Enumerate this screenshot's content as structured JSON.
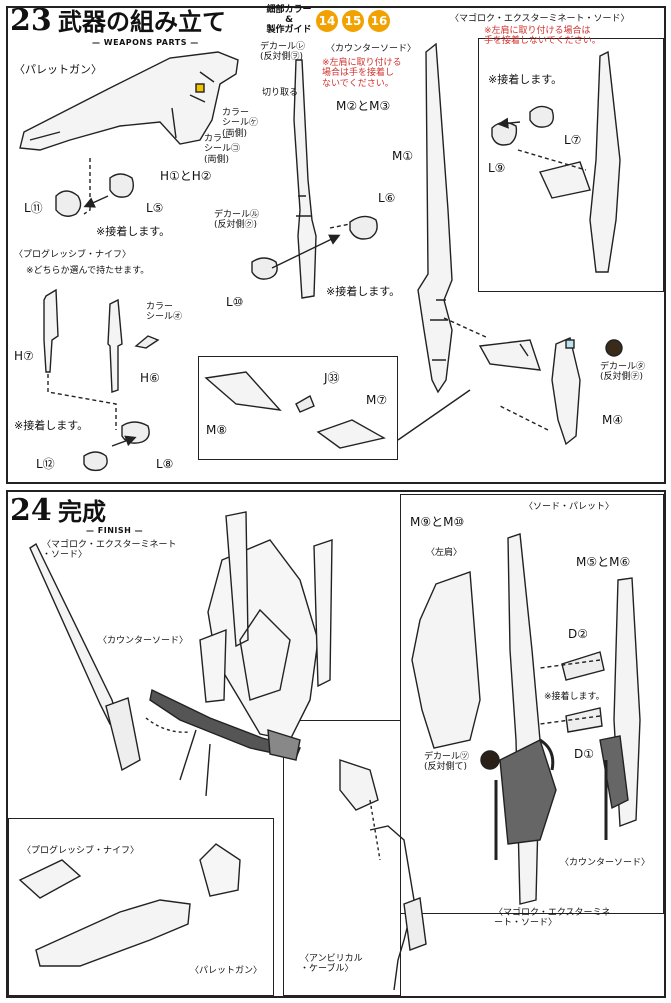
{
  "step23": {
    "number": "23",
    "title": "武器の組み立て",
    "subtitle": "— WEAPONS PARTS —",
    "guide_label": "細部カラー\n&\n製作ガイド",
    "badges": [
      "14",
      "15",
      "16"
    ],
    "pallet_gun": {
      "heading": "〈パレットガン〉",
      "color_seal_ke": "カラー\nシール㋘\n(両側)",
      "color_seal_ko": "カラー\nシール㋙\n(両側)",
      "h1h2": "H①とH②",
      "l11": "L⑪",
      "l5": "L⑤",
      "attach": "※接着します。"
    },
    "counter_sword": {
      "decal_re": "デカール㋹\n(反対側㋾)",
      "cut": "切り取る",
      "heading": "〈カウンターソード〉",
      "note_red": "※左肩に取り付ける\n場合は手を接着し\nないでください。",
      "m2m3": "M②とM③",
      "decal_nu": "デカール㋸\n(反対側㋗)",
      "l6": "L⑥",
      "l10": "L⑩",
      "attach": "※接着します。"
    },
    "magoroku": {
      "heading": "〈マゴロク・エクスターミネート・ソード〉",
      "note_red": "※左肩に取り付ける場合は\n手を接着しないでください。",
      "attach": "※接着します。",
      "l7": "L⑦",
      "l9": "L⑨",
      "m1": "M①",
      "decal_ta": "デカール㋟\n(反対側㋠)",
      "m4": "M④"
    },
    "prog_knife": {
      "heading": "〈プログレッシブ・ナイフ〉",
      "note": "※どちらか選んで持たせます。",
      "color_seal": "カラー\nシール㋔",
      "h7": "H⑦",
      "h6": "H⑥",
      "attach": "※接着します。",
      "l12": "L⑫",
      "l8": "L⑧"
    },
    "inset": {
      "j33": "J㉝",
      "m7": "M⑦",
      "m8": "M⑧"
    }
  },
  "step24": {
    "number": "24",
    "title": "完成",
    "subtitle": "— FINISH —",
    "magoroku": "〈マゴロク・エクスターミネート\n・ソード〉",
    "counter_sword": "〈カウンターソード〉",
    "prog_knife": "〈プログレッシブ・ナイフ〉",
    "pallet_gun": "〈パレットガン〉",
    "umbilical": "〈アンビリカル\n・ケーブル〉",
    "sword_pallet": "〈ソード・パレット〉",
    "m9m10": "M⑨とM⑩",
    "left_shoulder": "〈左肩〉",
    "m5m6": "M⑤とM⑥",
    "d2": "D②",
    "attach": "※接着します。",
    "d1": "D①",
    "decal_tsu": "デカール㋡\n(反対側て)",
    "counter_sword2": "〈カウンターソード〉",
    "magoroku2": "〈マゴロク・エクスターミネ\nート・ソード〉"
  }
}
